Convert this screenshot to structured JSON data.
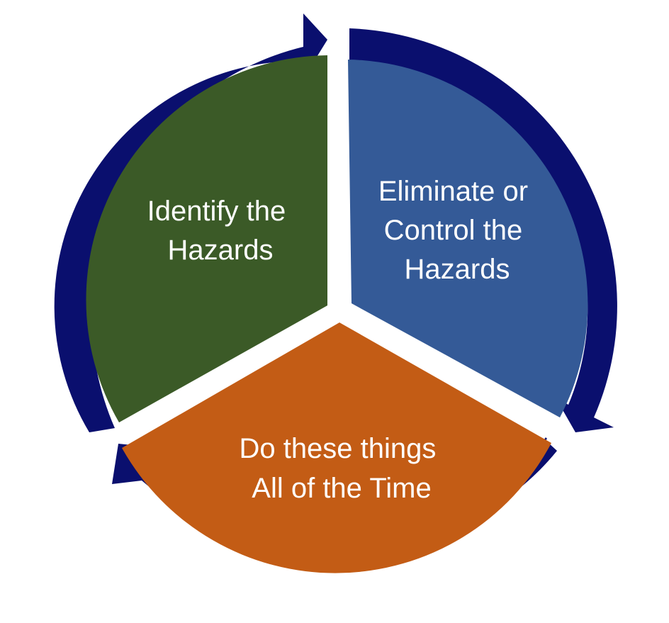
{
  "diagram": {
    "type": "cycle",
    "colors": {
      "ring": "#0a0f6e",
      "identify": "#3b5a27",
      "eliminate": "#345a97",
      "do_always": "#c35c15",
      "background": "#ffffff",
      "text": "#ffffff"
    },
    "segments": [
      {
        "id": "identify",
        "lines": [
          "Identify the",
          "Hazards"
        ]
      },
      {
        "id": "eliminate",
        "lines": [
          "Eliminate or",
          "Control the",
          "Hazards"
        ]
      },
      {
        "id": "do_always",
        "lines": [
          "Do these things",
          "All of the Time"
        ]
      }
    ],
    "arrows": [
      "ring-arrow-icon",
      "ring-arrow-icon",
      "ring-arrow-icon"
    ]
  }
}
